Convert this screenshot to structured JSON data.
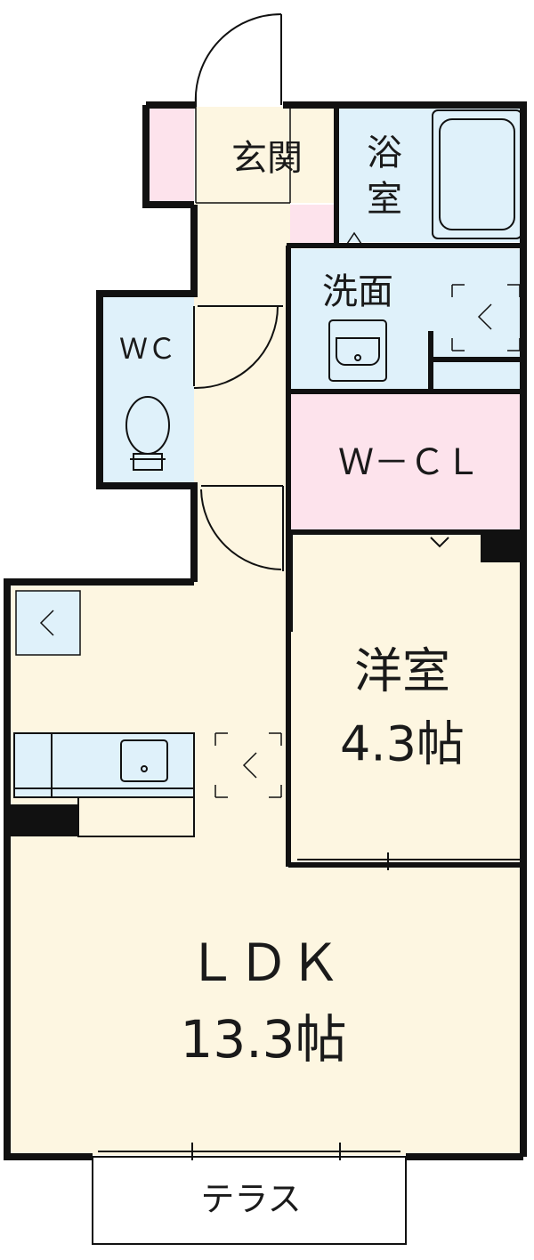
{
  "colors": {
    "wall": "#111111",
    "living": "#fdf6e1",
    "wet": "#dff1fa",
    "closet": "#fde3ec",
    "corridor": "#fdf6e1",
    "line": "#111111"
  },
  "rooms": {
    "entrance": {
      "label": "玄関"
    },
    "bath": {
      "label_line1": "浴",
      "label_line2": "室"
    },
    "washroom": {
      "label": "洗面"
    },
    "wc": {
      "label": "ＷＣ"
    },
    "walkin_closet": {
      "label": "Ｗ－ＣＬ"
    },
    "western_room": {
      "label_line1": "洋室",
      "label_line2": "4.3帖"
    },
    "ldk": {
      "label_line1": "ＬＤＫ",
      "label_line2": "13.3帖"
    },
    "terrace": {
      "label": "テラス"
    }
  }
}
